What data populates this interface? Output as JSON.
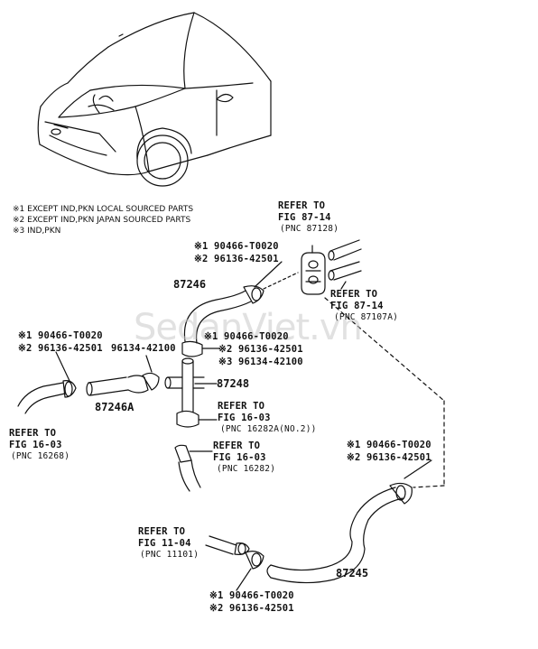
{
  "notes": [
    "※1 EXCEPT IND,PKN LOCAL SOURCED PARTS",
    "※2 EXCEPT IND,PKN JAPAN SOURCED PARTS",
    "※3 IND,PKN"
  ],
  "watermark": "SedanViet.vn",
  "part_numbers": {
    "p87246": "87246",
    "p87246A": "87246A",
    "p87248": "87248",
    "p87245": "87245"
  },
  "callouts": {
    "top_clamp": [
      "※1 90466-T0020",
      "※2 96136-42501"
    ],
    "refer_87_14_top": [
      "REFER TO",
      "FIG 87-14",
      "(PNC 87128)"
    ],
    "refer_87_14_right": [
      "REFER TO",
      "FIG 87-14",
      "(PNC 87107A)"
    ],
    "left_clamp": [
      "※1 90466-T0020",
      "※2 96136-42501"
    ],
    "left_mid_part": "96134-42100",
    "center_clamp": [
      "※1 90466-T0020",
      "※2 96136-42501",
      "※3 96134-42100"
    ],
    "refer_16_03_left": [
      "REFER TO",
      "FIG 16-03",
      "(PNC 16268)"
    ],
    "refer_16_03_tee": [
      "REFER TO",
      "FIG 16-03",
      "(PNC 16282A(NO.2))"
    ],
    "refer_16_03_lower": [
      "REFER TO",
      "FIG 16-03",
      "(PNC 16282)"
    ],
    "right_clamp": [
      "※1 90466-T0020",
      "※2 96136-42501"
    ],
    "refer_11_04": [
      "REFER TO",
      "FIG 11-04",
      "(PNC 11101)"
    ],
    "bottom_clamp": [
      "※1 90466-T0020",
      "※2 96136-42501"
    ]
  },
  "colors": {
    "line": "#111111",
    "watermark": "#c9c9c9"
  }
}
